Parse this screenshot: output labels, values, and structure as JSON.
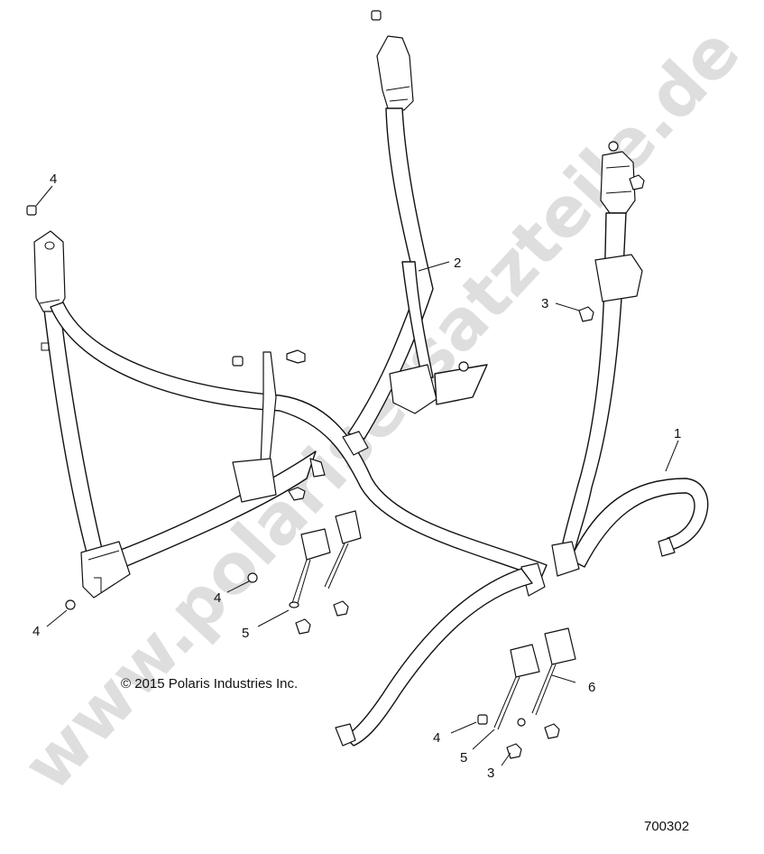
{
  "watermark": "www.polarisersatzteile.de",
  "copyright": "© 2015 Polaris Industries Inc.",
  "diagram_number": "700302",
  "callouts": [
    {
      "id": "callout-1a",
      "label": "1"
    },
    {
      "id": "callout-2a",
      "label": "2"
    },
    {
      "id": "callout-3a",
      "label": "3"
    },
    {
      "id": "callout-3b",
      "label": "3"
    },
    {
      "id": "callout-4a",
      "label": "4"
    },
    {
      "id": "callout-4b",
      "label": "4"
    },
    {
      "id": "callout-4c",
      "label": "4"
    },
    {
      "id": "callout-4d",
      "label": "4"
    },
    {
      "id": "callout-5a",
      "label": "5"
    },
    {
      "id": "callout-5b",
      "label": "5"
    },
    {
      "id": "callout-6a",
      "label": "6"
    }
  ]
}
